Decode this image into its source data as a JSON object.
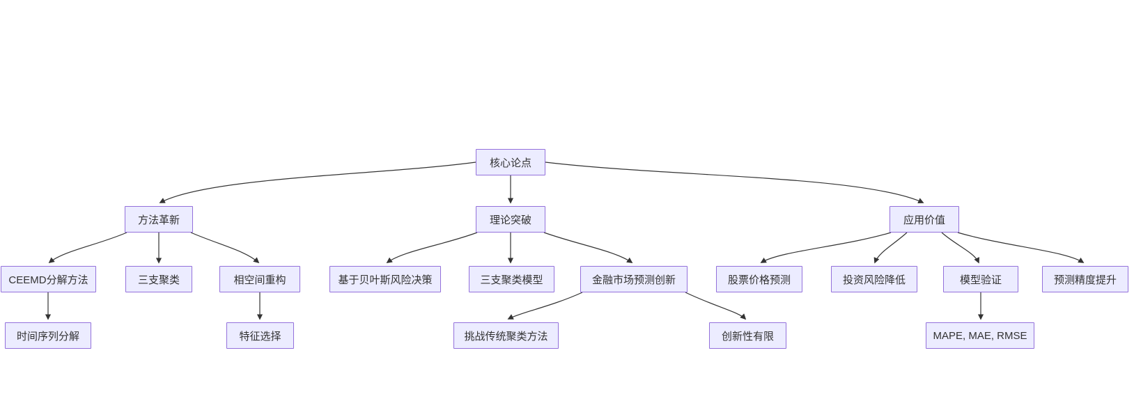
{
  "diagram": {
    "type": "flowchart-top-down",
    "background_color": "#ffffff",
    "node_fill_color": "#ECECFF",
    "node_border_color": "#9370DB",
    "node_text_color": "#333333",
    "edge_color": "#333333",
    "nodes": {
      "core-argument": {
        "label": "核心论点",
        "level": 1
      },
      "method-innovation": {
        "label": "方法革新",
        "level": 2
      },
      "theory-breakthrough": {
        "label": "理论突破",
        "level": 2
      },
      "application-value": {
        "label": "应用价值",
        "level": 2
      },
      "ceemd-decomposition": {
        "label": "CEEMD分解方法",
        "level": 3
      },
      "three-way-clustering": {
        "label": "三支聚类",
        "level": 3
      },
      "phase-space-reconstruction": {
        "label": "相空间重构",
        "level": 3
      },
      "bayesian-risk-decision": {
        "label": "基于贝叶斯风险决策",
        "level": 3
      },
      "three-way-clustering-model": {
        "label": "三支聚类模型",
        "level": 3
      },
      "financial-market-forecast-innovation": {
        "label": "金融市场预测创新",
        "level": 3
      },
      "stock-price-prediction": {
        "label": "股票价格预测",
        "level": 3
      },
      "investment-risk-reduction": {
        "label": "投资风险降低",
        "level": 3
      },
      "model-validation": {
        "label": "模型验证",
        "level": 3
      },
      "forecast-accuracy-improvement": {
        "label": "预测精度提升",
        "level": 3
      },
      "time-series-decomposition": {
        "label": "时间序列分解",
        "level": 4
      },
      "feature-selection": {
        "label": "特征选择",
        "level": 4
      },
      "challenge-traditional-clustering": {
        "label": "挑战传统聚类方法",
        "level": 4
      },
      "limited-innovation": {
        "label": "创新性有限",
        "level": 4
      },
      "evaluation-metrics": {
        "label": "MAPE, MAE, RMSE",
        "level": 4
      }
    },
    "edges": [
      {
        "from": "core-argument",
        "to": "method-innovation"
      },
      {
        "from": "core-argument",
        "to": "theory-breakthrough"
      },
      {
        "from": "core-argument",
        "to": "application-value"
      },
      {
        "from": "method-innovation",
        "to": "ceemd-decomposition"
      },
      {
        "from": "method-innovation",
        "to": "three-way-clustering"
      },
      {
        "from": "method-innovation",
        "to": "phase-space-reconstruction"
      },
      {
        "from": "theory-breakthrough",
        "to": "bayesian-risk-decision"
      },
      {
        "from": "theory-breakthrough",
        "to": "three-way-clustering-model"
      },
      {
        "from": "theory-breakthrough",
        "to": "financial-market-forecast-innovation"
      },
      {
        "from": "application-value",
        "to": "stock-price-prediction"
      },
      {
        "from": "application-value",
        "to": "investment-risk-reduction"
      },
      {
        "from": "application-value",
        "to": "model-validation"
      },
      {
        "from": "application-value",
        "to": "forecast-accuracy-improvement"
      },
      {
        "from": "ceemd-decomposition",
        "to": "time-series-decomposition"
      },
      {
        "from": "phase-space-reconstruction",
        "to": "feature-selection"
      },
      {
        "from": "financial-market-forecast-innovation",
        "to": "challenge-traditional-clustering"
      },
      {
        "from": "financial-market-forecast-innovation",
        "to": "limited-innovation"
      },
      {
        "from": "model-validation",
        "to": "evaluation-metrics"
      }
    ]
  }
}
